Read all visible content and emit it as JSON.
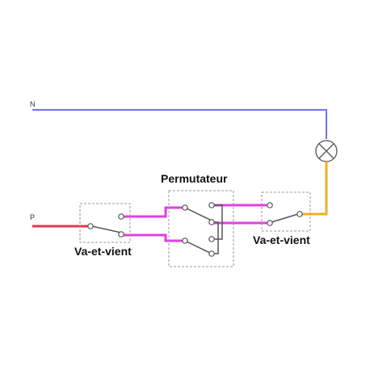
{
  "labels": {
    "neutral": "N",
    "phase": "P",
    "switch_left": "Va-et-vient",
    "switch_middle": "Permutateur",
    "switch_right": "Va-et-vient"
  },
  "colors": {
    "neutral_wire": "#6f74e0",
    "phase_wire": "#e0394a",
    "traveler_wire": "#e040e0",
    "lamp_return_wire": "#f0b020",
    "switch_outline": "#9a9a9a",
    "terminal": "#555555"
  },
  "icons": {
    "lamp": "lamp-cross-icon"
  }
}
